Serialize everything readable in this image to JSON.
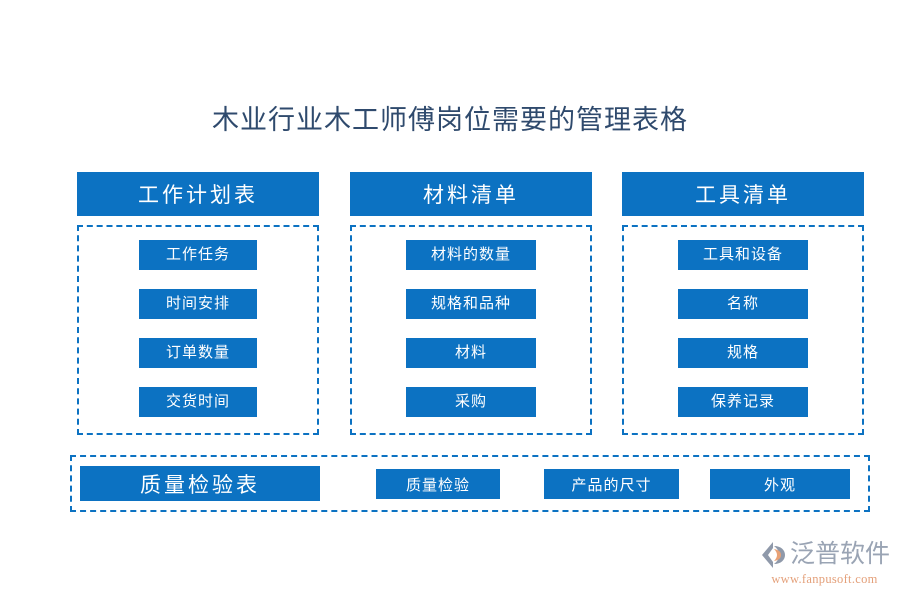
{
  "page": {
    "title": "木业行业木工师傅岗位需要的管理表格",
    "background_color": "#ffffff",
    "accent_color": "#0c72c2",
    "title_color": "#2f4a6d"
  },
  "columns": [
    {
      "header": "工作计划表",
      "items": [
        "工作任务",
        "时间安排",
        "订单数量",
        "交货时间"
      ]
    },
    {
      "header": "材料清单",
      "items": [
        "材料的数量",
        "规格和品种",
        "材料",
        "采购"
      ]
    },
    {
      "header": "工具清单",
      "items": [
        "工具和设备",
        "名称",
        "规格",
        "保养记录"
      ]
    }
  ],
  "bottom_band": {
    "header": "质量检验表",
    "items": [
      "质量检验",
      "产品的尺寸",
      "外观"
    ]
  },
  "logo": {
    "mark": "fanpu-logo-icon",
    "name": "泛普软件",
    "url": "www.fanpusoft.com",
    "name_color": "#9aa4b4",
    "url_color": "#e4a07a"
  }
}
